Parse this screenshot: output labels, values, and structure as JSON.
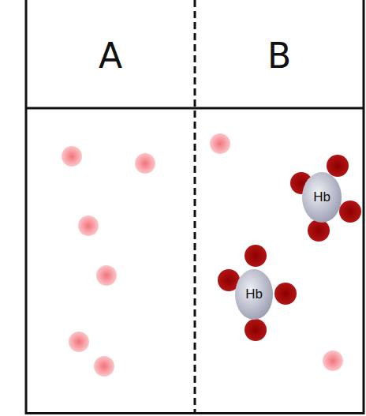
{
  "diagram": {
    "nodes": [
      {
        "text": [
          "A"
        ]
      },
      {
        "text": [
          "B"
        ]
      },
      {
        "text": [
          "Hb"
        ],
        "in": 1
      },
      {
        "text": [
          "Hb"
        ],
        "in": 1
      }
    ]
  }
}
